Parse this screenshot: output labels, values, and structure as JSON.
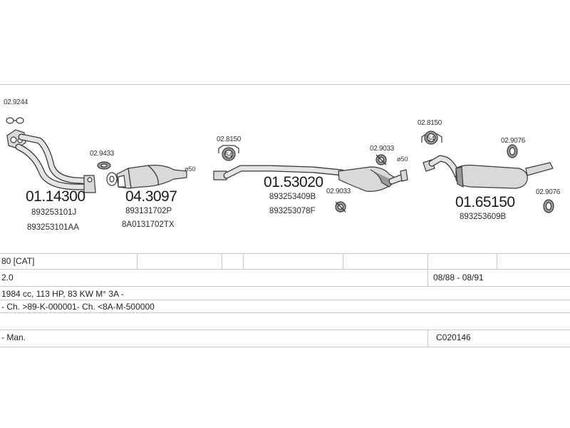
{
  "parts": {
    "gasket_1": "02.9244",
    "front_pipe": {
      "number": "01.14300",
      "oem1": "893253101J",
      "oem2": "893253101AA"
    },
    "gasket_2": "02.9433",
    "catalyst": {
      "number": "04.3097",
      "oem1": "893131702P",
      "oem2": "8A0131702TX"
    },
    "diameter_1": "ø50",
    "gasket_3": "02.8150",
    "clamp_54_1": "54",
    "middle_silencer": {
      "number": "01.53020",
      "oem1": "893253409B",
      "oem2": "893253078F"
    },
    "clamp_1": "02.9033",
    "clamp_2": "02.9033",
    "diameter_2": "ø50",
    "gasket_4": "02.8150",
    "clamp_54_2": "54",
    "rear_silencer": {
      "number": "01.65150",
      "oem1": "893253609B"
    },
    "rubber_1": "02.9076",
    "rubber_2": "02.9076"
  },
  "table": {
    "model": "80  [CAT]",
    "engine": "2.0",
    "years": "08/88 - 08/91",
    "spec": "1984 cc, 113 HP, 83 KW M° 3A -",
    "chassis": "- Ch. >89-K-000001- Ch. <8A-M-500000",
    "transmission": "- Man.",
    "code": "C020146"
  },
  "colors": {
    "line": "#3a3a3a",
    "grid": "#c8c8c8",
    "fill": "#d9d9d9"
  }
}
